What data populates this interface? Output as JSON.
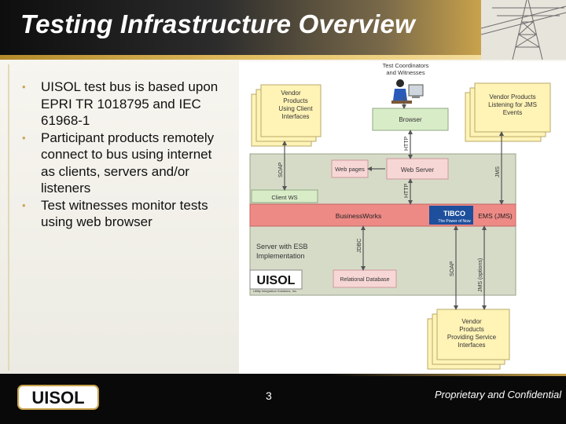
{
  "slide": {
    "title": "Testing Infrastructure Overview",
    "bullets": [
      "UISOL test bus is based upon EPRI TR 1018795 and IEC 61968-1",
      "Participant products remotely connect to bus using internet as clients, servers and/or listeners",
      "Test witnesses monitor tests using web browser"
    ],
    "page_number": "3",
    "footer_text": "Proprietary and Confidential",
    "footer_logo": "UISOL"
  },
  "diagram": {
    "coordinators_label_1": "Test Coordinators",
    "coordinators_label_2": "and Witnesses",
    "vendor_clients": [
      "Vendor",
      "Products",
      "Using Client",
      "Interfaces"
    ],
    "vendor_jms": [
      "Vendor Products",
      "Listening for JMS",
      "Events"
    ],
    "browser": "Browser",
    "http_1": "HTTP",
    "http_2": "HTTP",
    "soap_1": "SOAP",
    "soap_2": "SOAP",
    "jms_1": "JMS",
    "jms_2": "JMS (options)",
    "jdbc": "JDBC",
    "web_pages": "Web pages",
    "web_server": "Web Server",
    "client_ws": "Client WS",
    "business_works": "BusinessWorks",
    "tibco": "TIBCO",
    "tibco_tagline": "The Power of Now",
    "ems": "EMS (JMS)",
    "server_label_1": "Server with ESB",
    "server_label_2": "Implementation",
    "relational_db": "Relational Database",
    "uisol_logo": "UISOL",
    "uisol_tagline": "Utility Integration Solutions, Inc.",
    "vendor_services": [
      "Vendor",
      "Products",
      "Providing Service",
      "Interfaces"
    ]
  },
  "colors": {
    "accent_gold": "#c9a24b",
    "header_dark": "#111111",
    "pink_box": "#f7d7d6",
    "business_works_bar": "#ee8a86",
    "server_area": "#d6dbc8",
    "green_box": "#d9ecc8",
    "yellow_box": "#fff3b6",
    "tibco_blue": "#1d4f9c"
  }
}
